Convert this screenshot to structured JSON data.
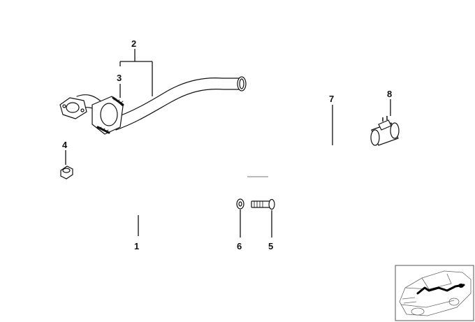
{
  "callouts": {
    "part_1": "1",
    "part_2": "2",
    "part_3": "3",
    "part_4": "4",
    "part_5": "5",
    "part_6": "6",
    "part_7": "7",
    "part_8": "8"
  },
  "colors": {
    "line": "#111111",
    "highlight": "#000000",
    "frame": "#555555",
    "background": "#ffffff"
  },
  "icons": {
    "inset": "car-location-icon"
  }
}
